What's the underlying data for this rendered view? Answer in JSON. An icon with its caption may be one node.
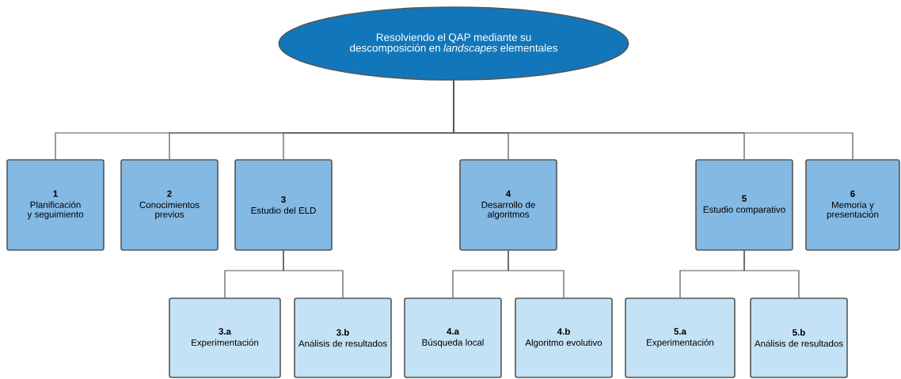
{
  "diagram": {
    "nodes": [
      {
        "text": [
          "Resolviendo el QAP mediante su descomposición en *landscapes* elementales"
        ]
      },
      {
        "text": [
          "1",
          "Planificación y seguimiento"
        ]
      },
      {
        "text": [
          "2",
          "Conocimientos previos"
        ]
      },
      {
        "text": [
          "3",
          "Estudio del ELD"
        ]
      },
      {
        "text": [
          "4",
          "Desarrollo de algoritmos"
        ]
      },
      {
        "text": [
          "5",
          "Estudio comparativo"
        ]
      },
      {
        "text": [
          "6",
          "Memoria y presentación"
        ]
      },
      {
        "text": [
          "3.a",
          "Experimentación"
        ]
      },
      {
        "text": [
          "3.b",
          "Análisis de resultados"
        ]
      },
      {
        "text": [
          "4.a",
          "Búsqueda local"
        ]
      },
      {
        "text": [
          "4.b",
          "Algoritmo evolutivo"
        ]
      },
      {
        "text": [
          "5.a",
          "Experimentación"
        ]
      },
      {
        "text": [
          "5.b",
          "Análisis de resultados"
        ]
      }
    ],
    "edges": [
      {
        "from": 0,
        "to": 1,
        "arrow": "none"
      },
      {
        "from": 0,
        "to": 2,
        "arrow": "none"
      },
      {
        "from": 0,
        "to": 3,
        "arrow": "none"
      },
      {
        "from": 0,
        "to": 4,
        "arrow": "none"
      },
      {
        "from": 0,
        "to": 5,
        "arrow": "none"
      },
      {
        "from": 0,
        "to": 6,
        "arrow": "none"
      },
      {
        "from": 3,
        "to": 7,
        "arrow": "none"
      },
      {
        "from": 3,
        "to": 8,
        "arrow": "none"
      },
      {
        "from": 4,
        "to": 9,
        "arrow": "none"
      },
      {
        "from": 4,
        "to": 10,
        "arrow": "none"
      },
      {
        "from": 5,
        "to": 11,
        "arrow": "none"
      },
      {
        "from": 5,
        "to": 12,
        "arrow": "none"
      }
    ]
  }
}
